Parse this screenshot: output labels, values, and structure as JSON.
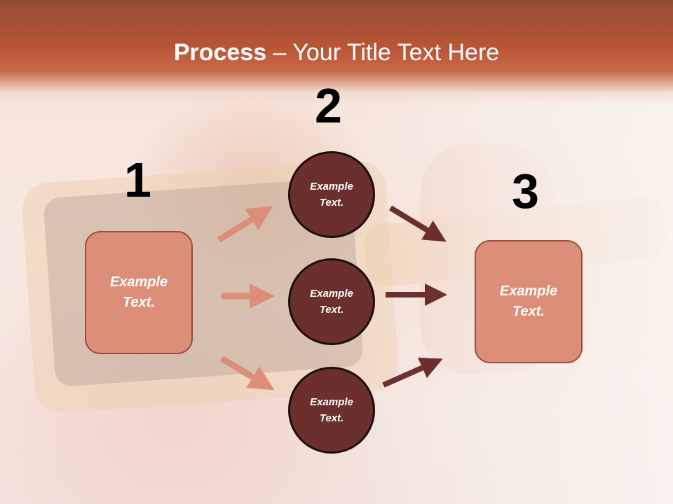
{
  "title": {
    "bold": "Process",
    "rest": " – Your Title Text Here"
  },
  "steps": {
    "one": "1",
    "two": "2",
    "three": "3"
  },
  "left_box": "Example Text.",
  "circles": [
    "Example Text.",
    "Example Text.",
    "Example Text."
  ],
  "right_box": "Example Text.",
  "colors": {
    "header": "#b85535",
    "box_fill": "#dd8e78",
    "circle_fill": "#6b2f2e",
    "arrow_light": "#dd8e78",
    "arrow_dark": "#6b2f2e"
  }
}
